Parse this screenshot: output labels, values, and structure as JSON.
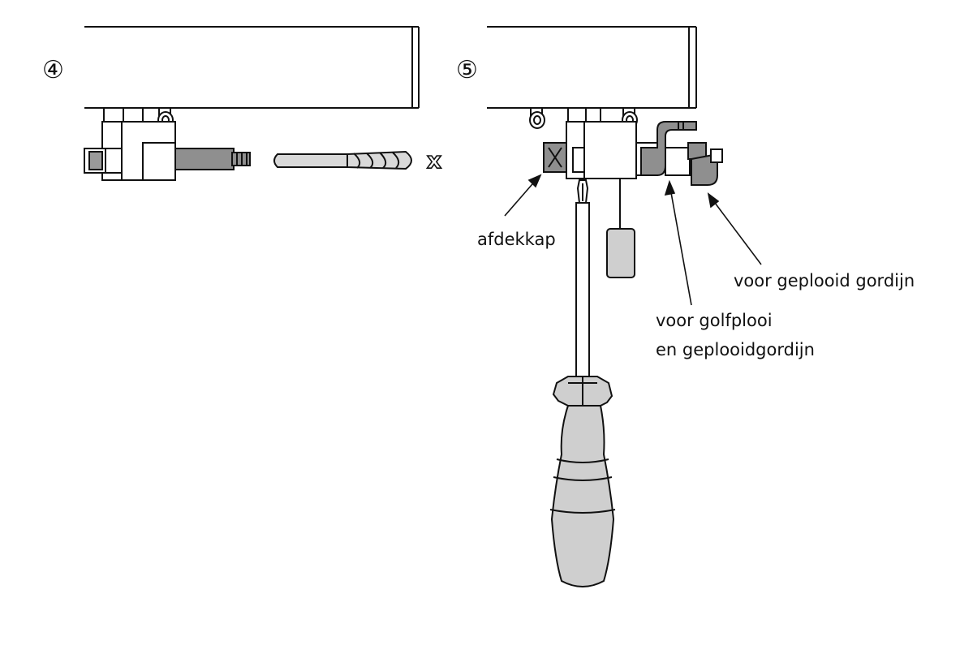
{
  "steps": {
    "step4": "④",
    "step5": "⑤"
  },
  "labels": {
    "cap": "afdekkap",
    "pleated": "voor geplooid gordijn",
    "wave_line1": "voor golfplooi",
    "wave_line2": "en geplooidgordijn"
  },
  "symbols": {
    "discard": "x"
  },
  "colors": {
    "line": "#111111",
    "dark_gray": "#8a8a8a",
    "mid_gray": "#a8a8a8",
    "light_gray": "#cfcfcf",
    "white": "#ffffff"
  },
  "icons": {
    "drill_bit": "drill-bit-icon",
    "screwdriver": "screwdriver-icon",
    "hex_key": "hex-key-icon"
  }
}
